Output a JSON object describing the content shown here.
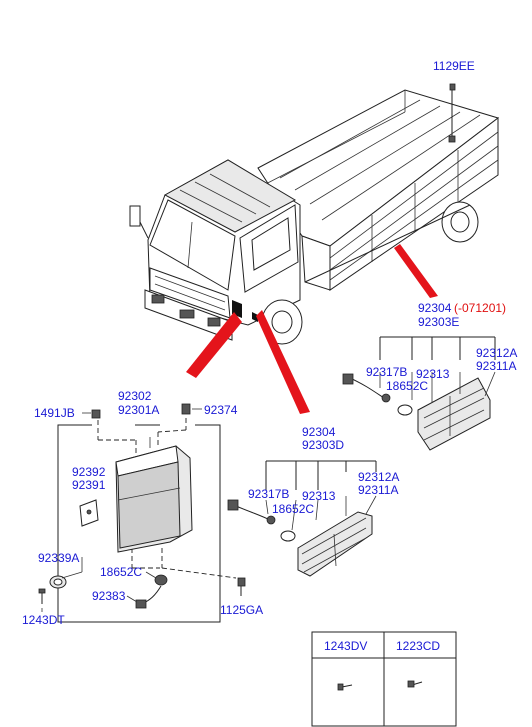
{
  "parts": {
    "p1129ee": "1129EE",
    "p92304_top": "92304",
    "p071201": "(-071201)",
    "p92303e": "92303E",
    "p92317b_top": "92317B",
    "p92313_top": "92313",
    "p92312a_top": "92312A",
    "p92311a_top": "92311A",
    "p18652c_top": "18652C",
    "p92302": "92302",
    "p92301a": "92301A",
    "p1491jb": "1491JB",
    "p92374": "92374",
    "p92392": "92392",
    "p92391": "92391",
    "p92339a": "92339A",
    "p1243dt": "1243DT",
    "p18652c_left": "18652C",
    "p92383": "92383",
    "p1125ga": "1125GA",
    "p92304_mid": "92304",
    "p92303d": "92303D",
    "p92317b_mid": "92317B",
    "p92313_mid": "92313",
    "p92312a_mid": "92312A",
    "p92311a_mid": "92311A",
    "p18652c_mid": "18652C"
  },
  "fastener_table": {
    "col1": "1243DV",
    "col2": "1223CD"
  },
  "colors": {
    "label": "#1a1ad4",
    "date_code": "#e01010",
    "pointer_arrow": "#e4141b"
  }
}
